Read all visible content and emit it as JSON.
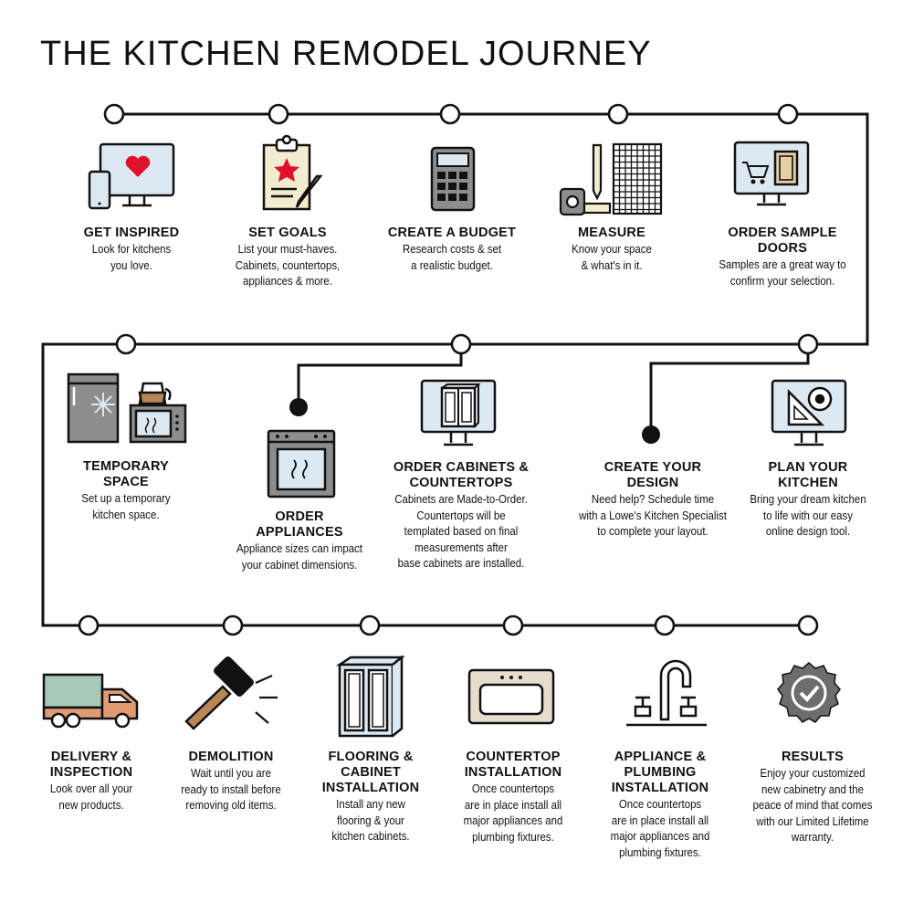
{
  "title": "THE KITCHEN REMODEL JOURNEY",
  "colors": {
    "line": "#111111",
    "screen": "#dce8f2",
    "heart_red": "#e0112b",
    "clipboard": "#f3ecd0",
    "door_tan": "#e6cfa6",
    "fridge_gray": "#8d8d8d",
    "truck_green": "#a8c8b8",
    "truck_orange": "#e09a74",
    "hammer_handle": "#b78657",
    "sink_beige": "#e8dccd",
    "badge_gray": "#6d6d6d"
  },
  "steps": {
    "get_inspired": {
      "name": "GET INSPIRED",
      "desc": "Look for kitchens\nyou love.",
      "icon": "computer-heart-icon"
    },
    "set_goals": {
      "name": "SET GOALS",
      "desc": "List your must-haves.\nCabinets, countertops,\nappliances & more.",
      "icon": "clipboard-star-icon"
    },
    "create_budget": {
      "name": "CREATE A BUDGET",
      "desc": "Research costs & set\na realistic budget.",
      "icon": "calculator-icon"
    },
    "measure": {
      "name": "MEASURE",
      "desc": "Know your space\n& what's in it.",
      "icon": "tape-measure-grid-icon"
    },
    "order_sample_doors": {
      "name": "ORDER SAMPLE\nDOORS",
      "desc": "Samples are a great way to\nconfirm your selection.",
      "icon": "monitor-cart-door-icon"
    },
    "temporary_space": {
      "name": "TEMPORARY\nSPACE",
      "desc": "Set up a temporary\nkitchen space.",
      "icon": "fridge-microwave-icon"
    },
    "order_appliances": {
      "name": "ORDER\nAPPLIANCES",
      "desc": "Appliance sizes can impact\nyour cabinet dimensions.",
      "icon": "oven-icon"
    },
    "order_cabinets": {
      "name": "ORDER CABINETS &\nCOUNTERTOPS",
      "desc": "Cabinets are Made-to-Order.\nCountertops will  be\ntemplated based on final\nmeasurements after\nbase cabinets are installed.",
      "icon": "monitor-cabinet-icon"
    },
    "create_design": {
      "name": "CREATE YOUR\nDESIGN",
      "desc": "Need help? Schedule time\nwith a Lowe's Kitchen Specialist\nto complete your layout.",
      "icon": ""
    },
    "plan_kitchen": {
      "name": "PLAN YOUR\nKITCHEN",
      "desc": "Bring your dream kitchen\nto life with our easy\nonline design tool.",
      "icon": "monitor-design-tool-icon"
    },
    "delivery": {
      "name": "DELIVERY &\nINSPECTION",
      "desc": "Look over all your\nnew products.",
      "icon": "truck-icon"
    },
    "demolition": {
      "name": "DEMOLITION",
      "desc": "Wait until you are\nready to install before\nremoving old items.",
      "icon": "hammer-icon"
    },
    "flooring": {
      "name": "FLOORING &\nCABINET\nINSTALLATION",
      "desc": "Install any new\nflooring & your\nkitchen cabinets.",
      "icon": "cabinet-icon"
    },
    "countertop": {
      "name": "COUNTERTOP\nINSTALLATION",
      "desc": "Once countertops\nare in place install all\nmajor appliances and\nplumbing fixtures.",
      "icon": "sink-countertop-icon"
    },
    "appliance_plumbing": {
      "name": "APPLIANCE &\nPLUMBING\nINSTALLATION",
      "desc": "Once countertops\nare in place install all\nmajor appliances and\nplumbing fixtures.",
      "icon": "faucet-icon"
    },
    "results": {
      "name": "RESULTS",
      "desc": "Enjoy your customized\nnew cabinetry and the\npeace of mind that comes\nwith our Limited Lifetime\nwarranty.",
      "icon": "checkmark-badge-icon"
    }
  }
}
